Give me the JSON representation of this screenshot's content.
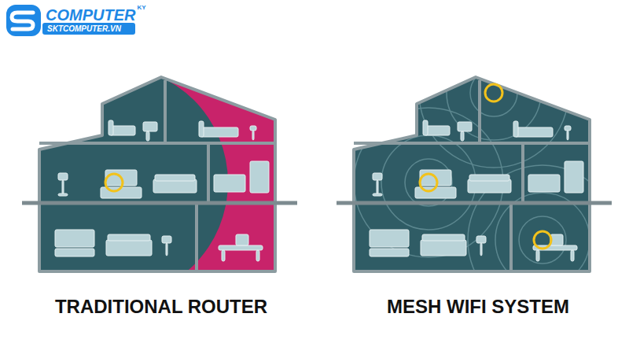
{
  "diagram": {
    "labels": [
      "COMPUTER",
      "KY",
      "SKTCOMPUTER.VN",
      "TRADITIONAL ROUTER",
      "MESH WIFI SYSTEM"
    ]
  }
}
